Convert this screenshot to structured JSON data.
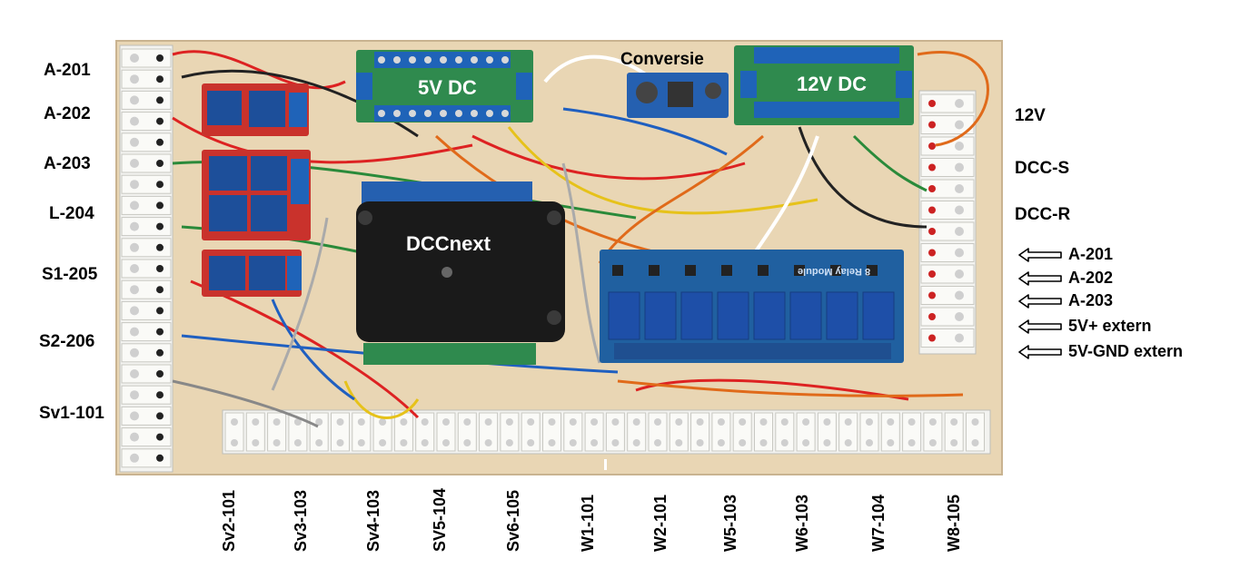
{
  "board": {
    "psu_5v_label": "5V DC",
    "psu_12v_label": "12V DC",
    "converter_label": "Conversie",
    "controller_label": "DCCnext",
    "relay_module_label": "8 Relay Module"
  },
  "left_labels": [
    "A-201",
    "A-202",
    "A-203",
    "L-204",
    "S1-205",
    "S2-206",
    "Sv1-101"
  ],
  "right_labels": [
    "12V",
    "DCC-S",
    "DCC-R"
  ],
  "right_arrow_labels": [
    "A-201",
    "A-202",
    "A-203",
    "5V+ extern",
    "5V-GND extern"
  ],
  "bottom_labels": [
    "Sv2-101",
    "Sv3-103",
    "Sv4-103",
    "SV5-104",
    "Sv6-105",
    "W1-101",
    "W2-101",
    "W5-103",
    "W6-103",
    "W7-104",
    "W8-105"
  ],
  "colors": {
    "board": "#e9d6b4",
    "psu_green": "#2f8a4e",
    "terminal_blue": "#1f63b8",
    "relay_red": "#c9322c",
    "relay_blue": "#1d4f9a",
    "controller_black": "#1a1a1a"
  }
}
